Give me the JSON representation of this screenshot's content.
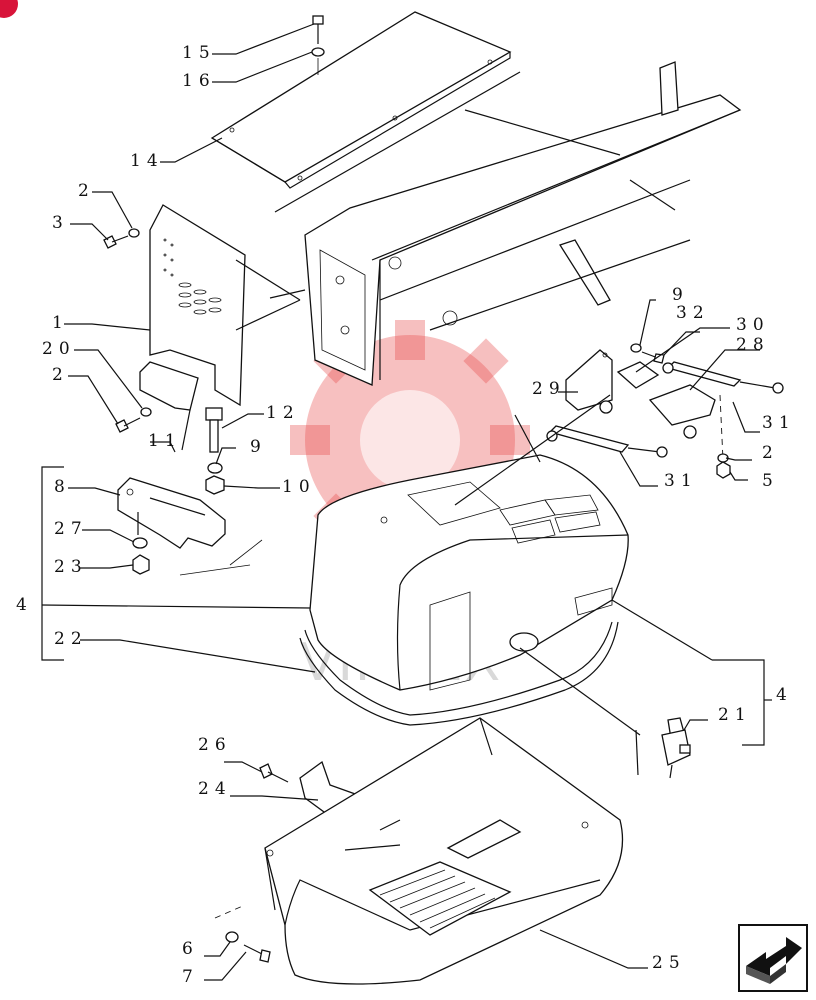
{
  "watermark": {
    "text": "VIHTEX",
    "color": "#e84a4a"
  },
  "labels": {
    "l15": "15",
    "l16": "16",
    "l14": "14",
    "l2a": "2",
    "l3": "3",
    "l1": "1",
    "l20": "20",
    "l2b": "2",
    "l11": "11",
    "l12": "12",
    "l9a": "9",
    "l10": "10",
    "l8": "8",
    "l27": "27",
    "l23": "23",
    "l4a": "4",
    "l22": "22",
    "l9b": "9",
    "l32": "32",
    "l30": "30",
    "l28": "28",
    "l29": "29",
    "l31a": "31",
    "l2c": "2",
    "l31b": "31",
    "l5": "5",
    "l4b": "4",
    "l21": "21",
    "l26": "26",
    "l24": "24",
    "l6": "6",
    "l7": "7",
    "l25": "25"
  },
  "nav_icon": "next-page-arrow-icon",
  "corner_badge_color": "#d8143a"
}
